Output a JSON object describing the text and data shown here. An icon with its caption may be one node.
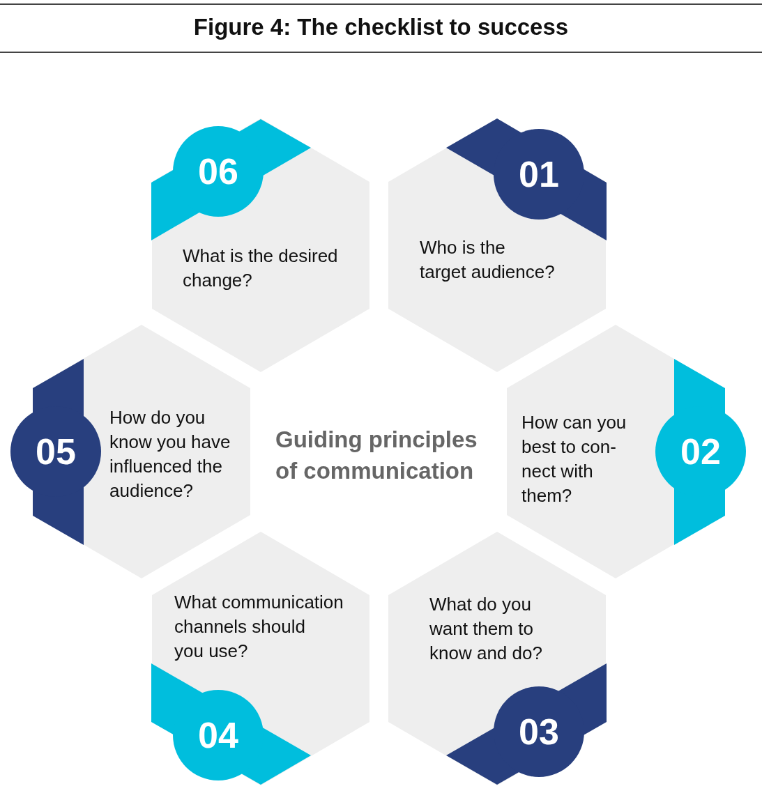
{
  "diagram": {
    "title": "Figure 4: The checklist to success",
    "nodes": [
      {
        "text": [
          "06",
          "What is the desired change?"
        ]
      },
      {
        "text": [
          "01",
          "Who is the target audience?"
        ]
      },
      {
        "text": [
          "05",
          "How do you know you have influenced the audience?"
        ]
      },
      {
        "text": [
          "How can you best to con- nect with them?",
          "02"
        ]
      },
      {
        "text": [
          "What communication channels should you use?",
          "04"
        ]
      },
      {
        "text": [
          "What do you want them to know and do?",
          "03"
        ]
      }
    ],
    "labels": [
      "Guiding principles of communication"
    ]
  }
}
